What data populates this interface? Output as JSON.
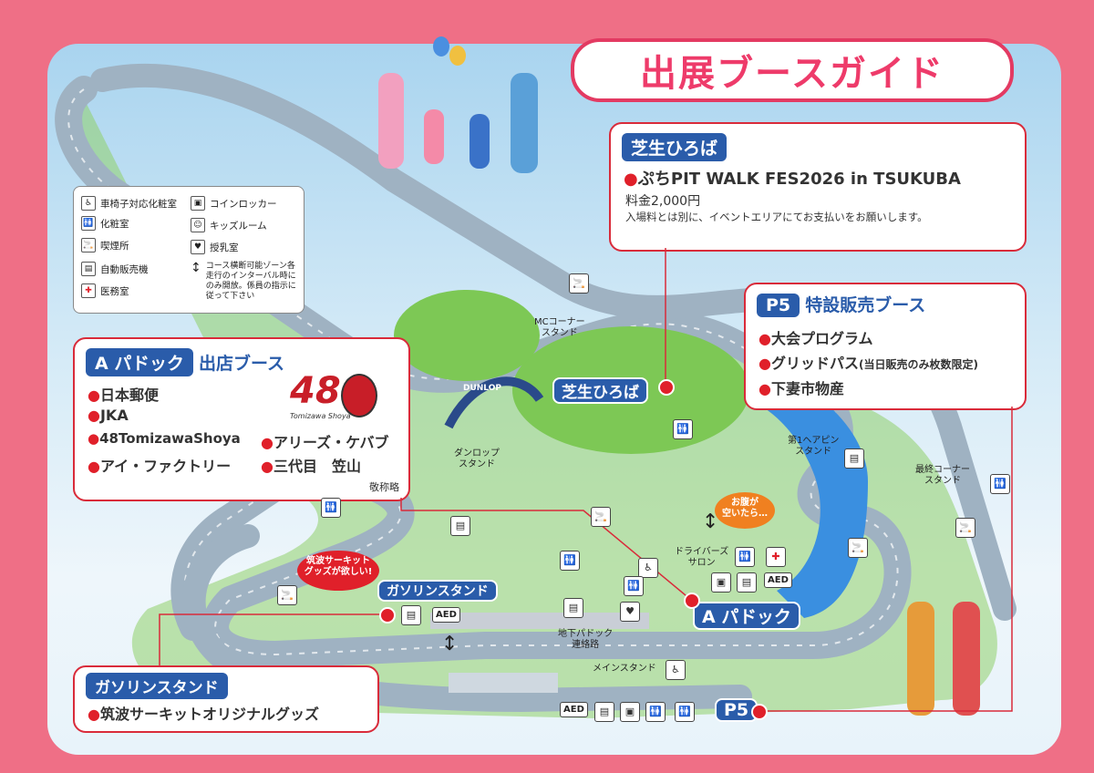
{
  "title": "出展ブースガイド",
  "colors": {
    "frame": "#ef6f86",
    "accent_blue": "#2a5caa",
    "accent_red": "#e0202a",
    "track_green": "#7dc855"
  },
  "legend": {
    "items": [
      {
        "icon": "wheelchair-toilet-icon",
        "label": "車椅子対応化粧室"
      },
      {
        "icon": "toilet-icon",
        "label": "化粧室"
      },
      {
        "icon": "smoking-icon",
        "label": "喫煙所"
      },
      {
        "icon": "vending-machine-icon",
        "label": "自動販売機"
      },
      {
        "icon": "first-aid-icon",
        "label": "医務室"
      },
      {
        "icon": "coin-locker-icon",
        "label": "コインロッカー"
      },
      {
        "icon": "kids-room-icon",
        "label": "キッズルーム"
      },
      {
        "icon": "nursing-room-icon",
        "label": "授乳室"
      }
    ],
    "crossing_note": "コース横断可能ゾーン各走行のインターバル時にのみ開放。係員の指示に従って下さい"
  },
  "shibafu_box": {
    "header": "芝生ひろば",
    "item": "ぷちPIT WALK FES2026 in TSUKUBA",
    "price": "料金2,000円",
    "note": "入場料とは別に、イベントエリアにてお支払いをお願いします。"
  },
  "p5_box": {
    "header_tag": "P5",
    "header_text": "特設販売ブース",
    "items": [
      "大会プログラム",
      "グリッドパス",
      "下妻市物産"
    ],
    "gridpass_note": "(当日販売のみ枚数限定)"
  },
  "paddock_box": {
    "header_tag": "A パドック",
    "header_text": "出店ブース",
    "col1": [
      "日本郵便",
      "JKA",
      "48TomizawaShoya",
      "アイ・ファクトリー"
    ],
    "col2": [
      "アリーズ・ケバブ",
      "三代目　笠山"
    ],
    "honorific": "敬称略",
    "logo_text": "48",
    "logo_caption": "Tomizawa Shoya"
  },
  "gas_box": {
    "header": "ガソリンスタンド",
    "item": "筑波サーキットオリジナルグッズ"
  },
  "map": {
    "tag_shibafu": "芝生ひろば",
    "tag_paddock": "A パドック",
    "tag_gas": "ガソリンスタンド",
    "tag_p5": "P5",
    "label_mc": "MCコーナー\nスタンド",
    "label_dunlop": "ダンロップ\nスタンド",
    "label_hairpin": "第1ヘアピン\nスタンド",
    "label_last": "最終コーナー\nスタンド",
    "label_driver": "ドライバーズ\nサロン",
    "label_underpass": "地下パドック\n連絡路",
    "label_main": "メインスタンド",
    "bubble_goods": "筑波サーキット\nグッズが欲しい!",
    "bubble_hungry": "お腹が\n空いたら…",
    "arch_text": "DUNLOP",
    "aed": "AED"
  }
}
